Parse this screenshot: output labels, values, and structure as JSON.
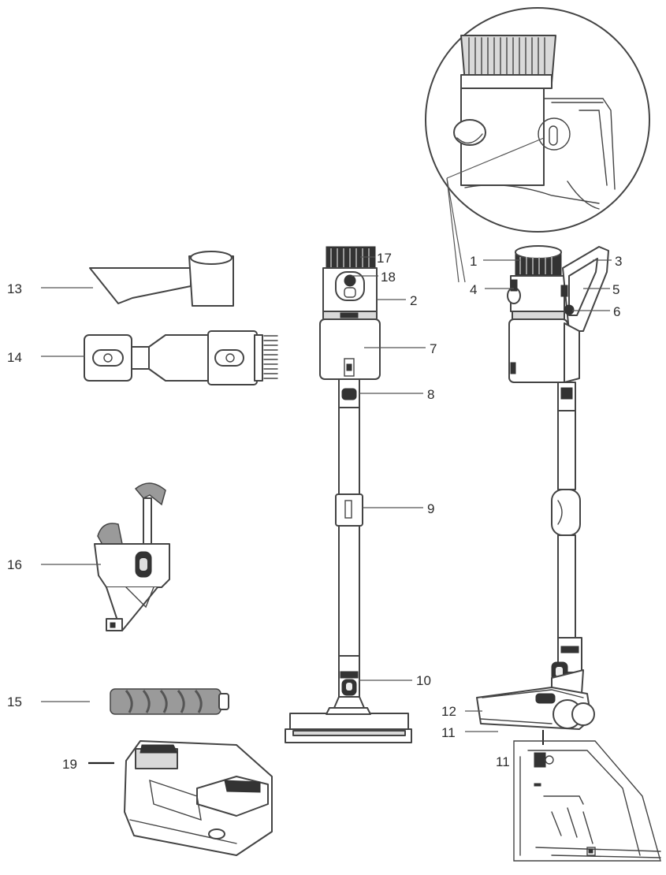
{
  "labels": {
    "l1": "1",
    "l2": "2",
    "l3": "3",
    "l4": "4",
    "l5": "5",
    "l6": "6",
    "l7": "7",
    "l8": "8",
    "l9": "9",
    "l10": "10",
    "l11a": "11",
    "l11b": "11",
    "l12": "12",
    "l13": "13",
    "l14": "14",
    "l15": "15",
    "l16": "16",
    "l17": "17",
    "l18": "18",
    "l19": "19"
  }
}
